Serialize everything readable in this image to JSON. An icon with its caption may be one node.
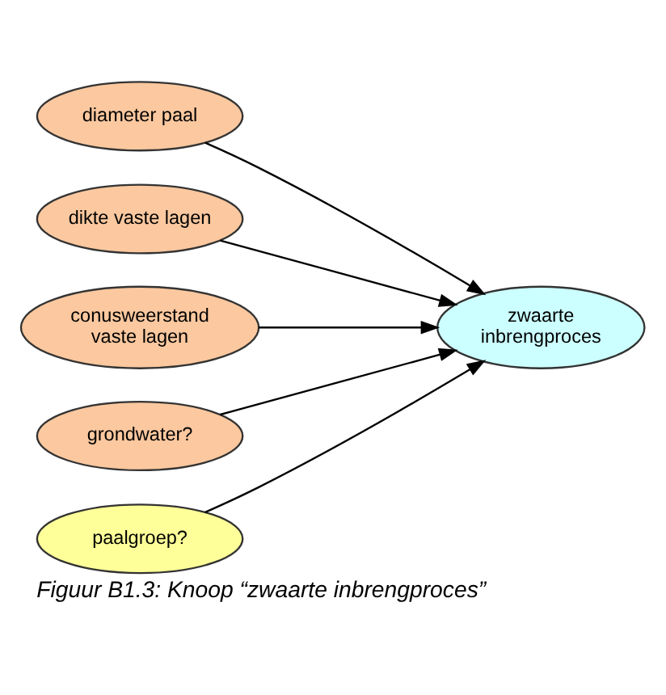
{
  "diagram": {
    "caption": "Figuur B1.3: Knoop “zwaarte inbrengproces”",
    "nodes": [
      {
        "text": [
          "diameter paal"
        ]
      },
      {
        "text": [
          "dikte vaste lagen"
        ]
      },
      {
        "text": [
          "conusweerstand vaste lagen"
        ]
      },
      {
        "text": [
          "grondwater?"
        ]
      },
      {
        "text": [
          "paalgroep?"
        ]
      },
      {
        "text": [
          "zwaarte inbrengproces"
        ]
      }
    ],
    "edges": [
      {
        "from": 0,
        "to": 5,
        "arrow": "to"
      },
      {
        "from": 1,
        "to": 5,
        "arrow": "to"
      },
      {
        "from": 2,
        "to": 5,
        "arrow": "to"
      },
      {
        "from": 3,
        "to": 5,
        "arrow": "to"
      },
      {
        "from": 4,
        "to": 5,
        "arrow": "to"
      }
    ]
  }
}
